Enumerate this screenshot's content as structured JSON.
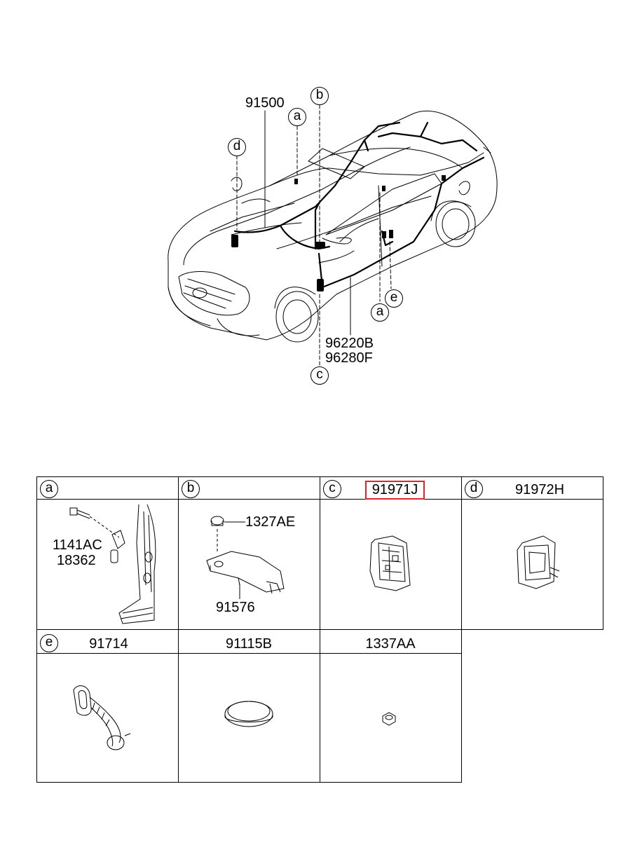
{
  "diagram": {
    "labels": {
      "harness_91500": "91500",
      "harness_96220b": "96220B",
      "harness_96280f": "96280F"
    },
    "callouts": {
      "a_top": "a",
      "b_top": "b",
      "d_top": "d",
      "c_bottom": "c",
      "a_side": "a",
      "e_side": "e"
    }
  },
  "parts_table": {
    "cells": [
      {
        "letter": "a",
        "code": "",
        "sub_labels": [
          "1141AC",
          "18362"
        ]
      },
      {
        "letter": "b",
        "code": "",
        "sub_labels": [
          "1327AE",
          "91576"
        ]
      },
      {
        "letter": "c",
        "code": "91971J",
        "highlighted": true
      },
      {
        "letter": "d",
        "code": "91972H"
      },
      {
        "letter": "e",
        "code": "91714"
      },
      {
        "letter": "",
        "code": "91115B"
      },
      {
        "letter": "",
        "code": "1337AA"
      }
    ],
    "highlight_color": "#e0242a"
  }
}
